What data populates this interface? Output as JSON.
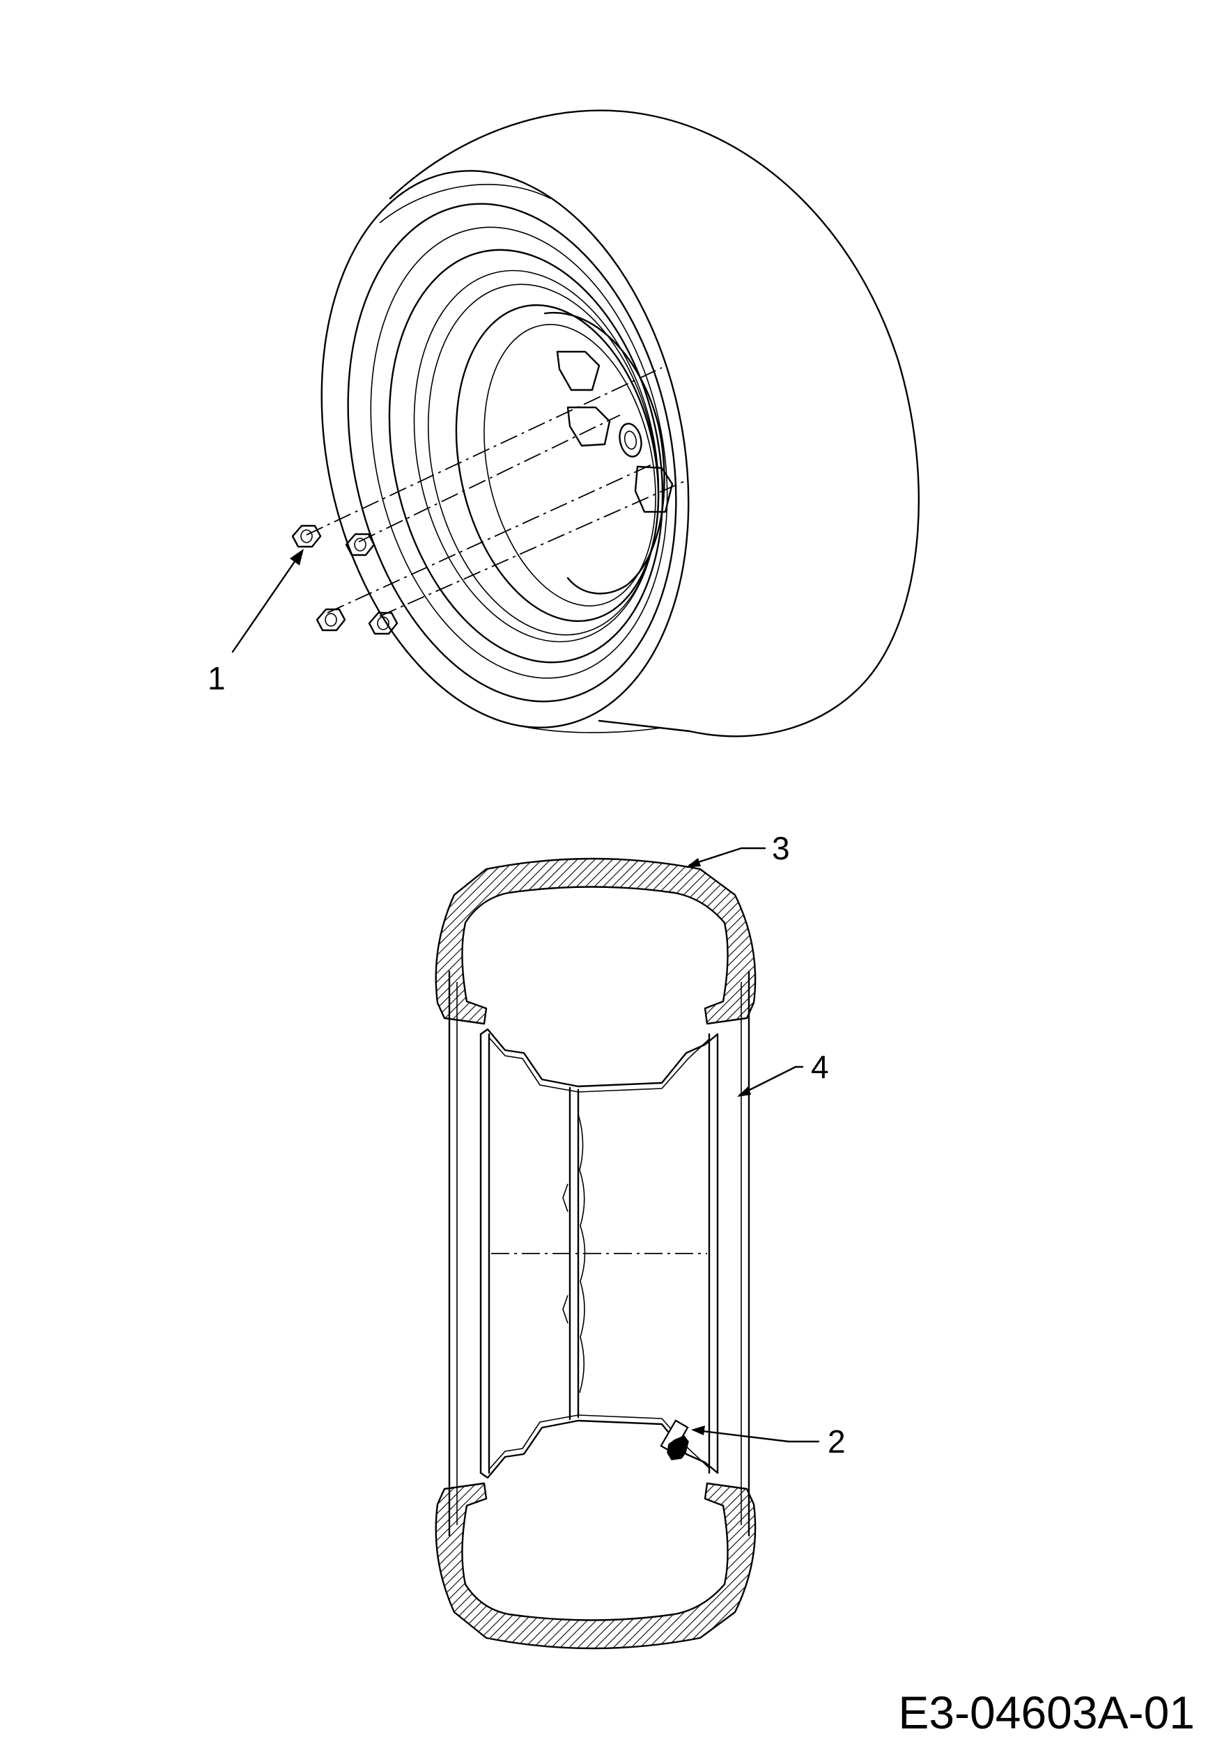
{
  "callouts": [
    {
      "id": "1",
      "label": "1"
    },
    {
      "id": "2",
      "label": "2"
    },
    {
      "id": "3",
      "label": "3"
    },
    {
      "id": "4",
      "label": "4"
    }
  ],
  "drawing_code": "E3-04603A-01"
}
